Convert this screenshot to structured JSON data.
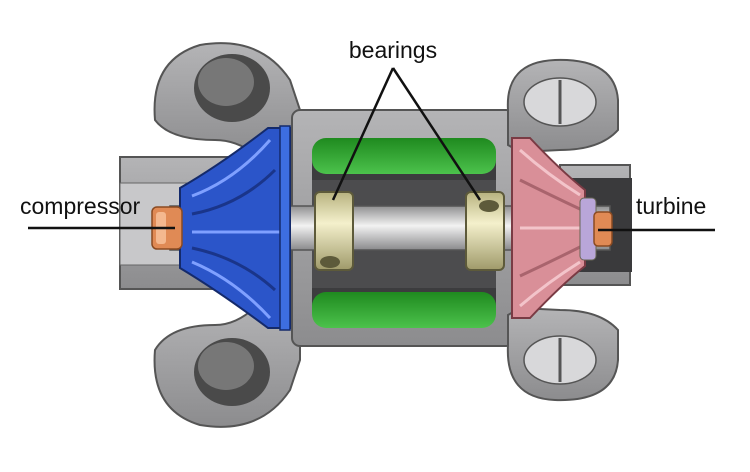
{
  "labels": {
    "bearings": "bearings",
    "compressor": "compressor",
    "turbine": "turbine"
  },
  "colors": {
    "background": "#ffffff",
    "housing": "#a9a9ab",
    "housing_dark": "#7c7c7e",
    "outline": "#4a4a4c",
    "compressor_wheel": "#2b55c9",
    "compressor_wheel_dark": "#1a358a",
    "turbine_wheel": "#d98f98",
    "turbine_wheel_dark": "#a9646d",
    "oil_cavity": "#2e9e2e",
    "bearing": "#d9d4a6",
    "shaft": "#c9c9cb",
    "nut": "#e08a55",
    "leader_line": "#111111"
  }
}
